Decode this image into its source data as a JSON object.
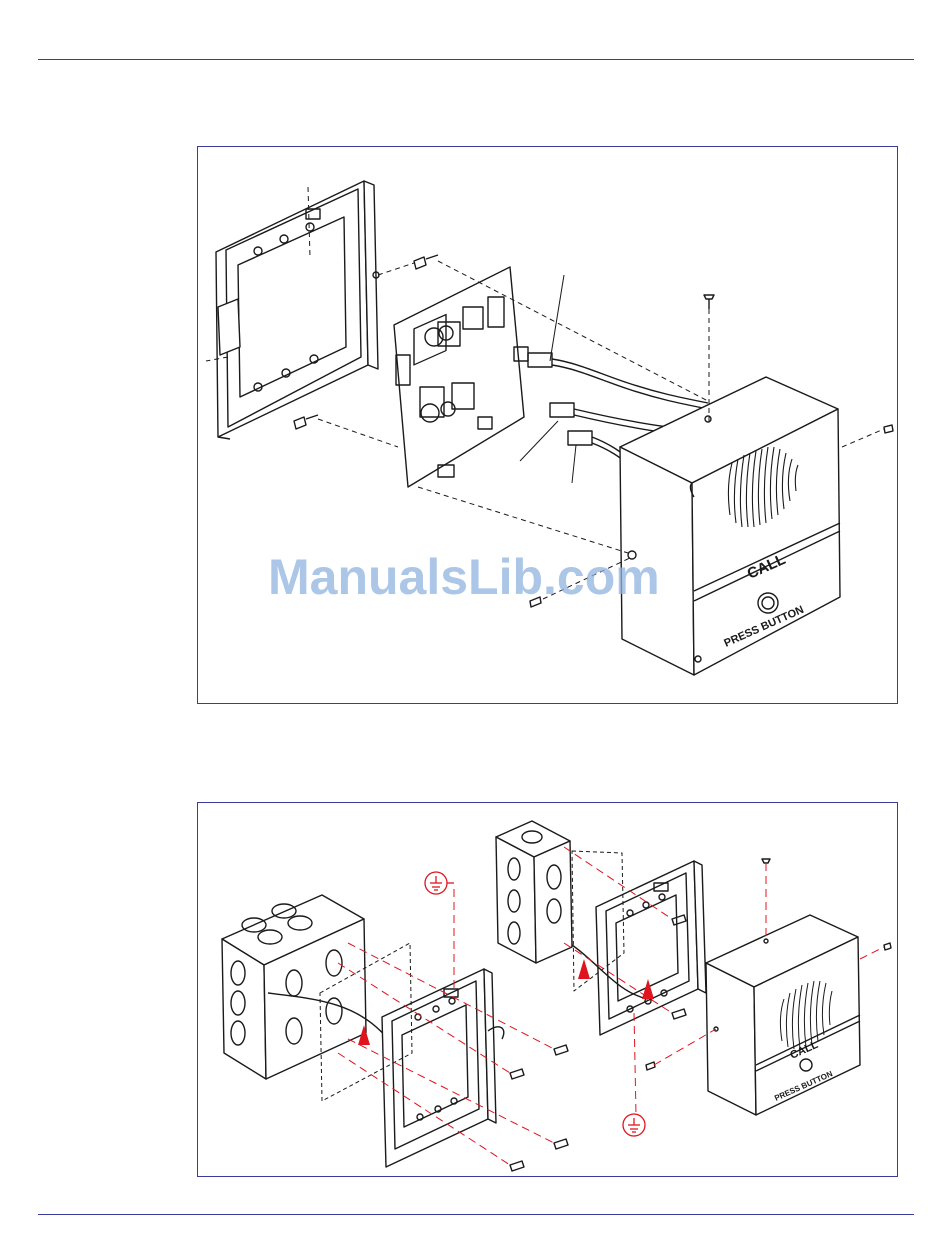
{
  "watermark": "ManualsLib.com",
  "device": {
    "call_label": "CALL",
    "button_label": "PRESS BUTTON"
  },
  "colors": {
    "rule": "#3b3b9b",
    "line_art": "#1a1a1a",
    "ground_marker": "#e0141e",
    "watermark": "#8fb3de"
  },
  "icons": {
    "ground": "ground-symbol-icon",
    "arrow": "arrow-up-icon"
  }
}
